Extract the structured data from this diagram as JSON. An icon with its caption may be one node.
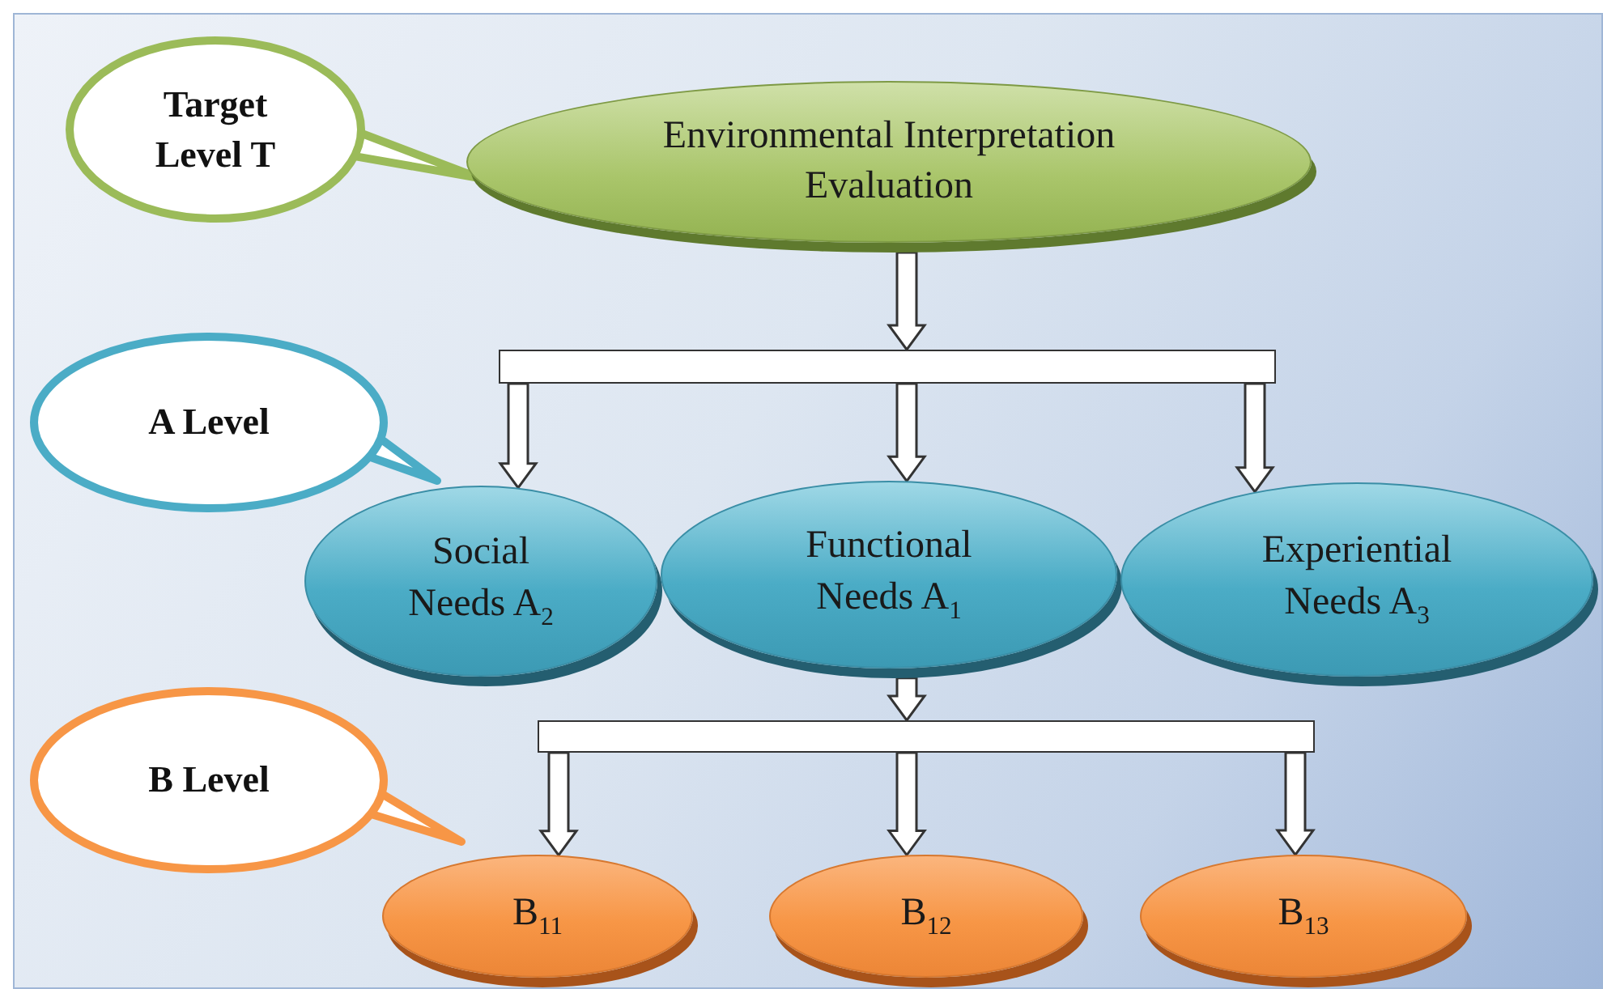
{
  "diagram": {
    "nodes": [
      {
        "text": [
          "Target Level T"
        ]
      },
      {
        "text": [
          "Environmental Interpretation Evaluation"
        ]
      },
      {
        "text": [],
        "shape": "bar"
      },
      {
        "text": [
          "A Level"
        ]
      },
      {
        "text": [
          "Social Needs A$_{2}$"
        ]
      },
      {
        "text": [
          "Functional Needs A$_{1}$"
        ]
      },
      {
        "text": [
          "Experiential Needs A$_{3}$"
        ]
      },
      {
        "text": [],
        "shape": "bar"
      },
      {
        "text": [
          "B Level"
        ]
      },
      {
        "text": [
          "B$_{11}$"
        ]
      },
      {
        "text": [
          "B$_{12}$"
        ]
      },
      {
        "text": [
          "B$_{13}$"
        ]
      }
    ],
    "edges": [
      {
        "from": 1,
        "to": 2,
        "arrow": "to"
      },
      {
        "from": 2,
        "to": 4,
        "arrow": "to"
      },
      {
        "from": 2,
        "to": 5,
        "arrow": "to"
      },
      {
        "from": 2,
        "to": 6,
        "arrow": "to"
      },
      {
        "from": 5,
        "to": 7,
        "arrow": "to"
      },
      {
        "from": 7,
        "to": 9,
        "arrow": "to"
      },
      {
        "from": 7,
        "to": 10,
        "arrow": "to"
      },
      {
        "from": 7,
        "to": 11,
        "arrow": "to"
      }
    ]
  }
}
